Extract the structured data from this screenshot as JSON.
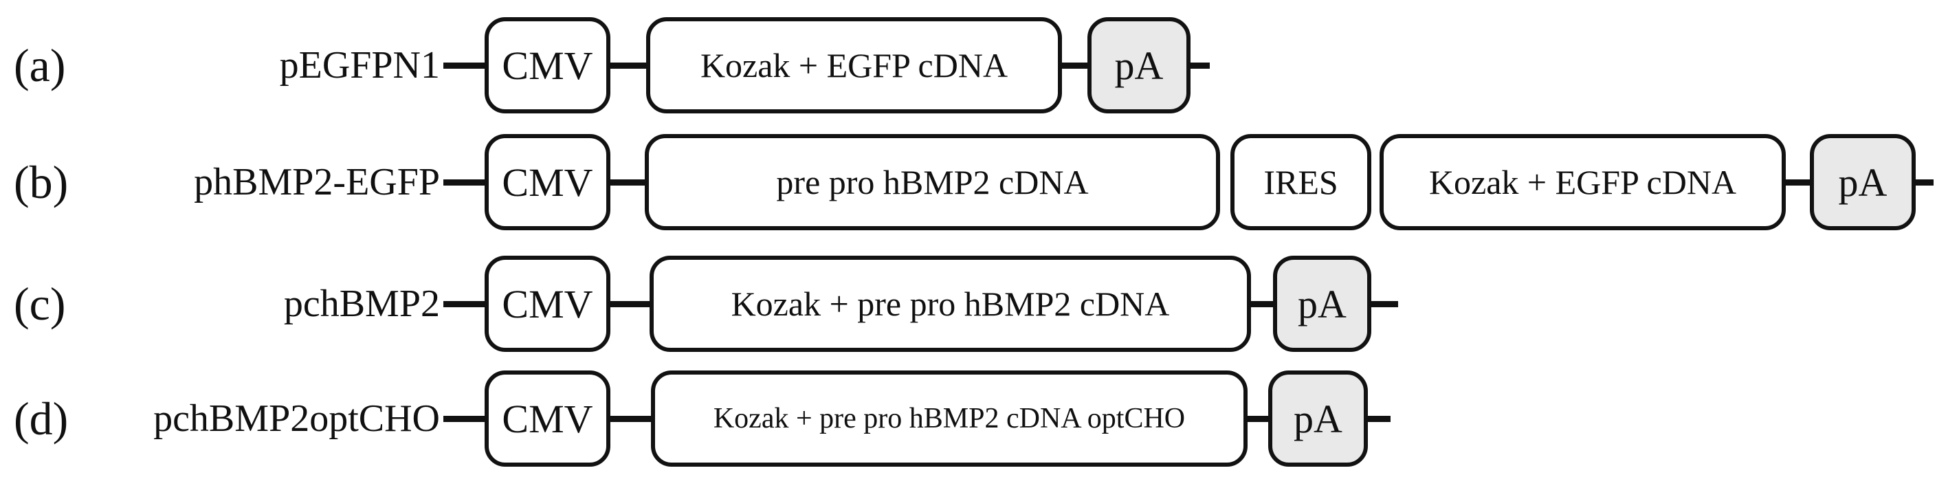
{
  "palette": {
    "background": "#ffffff",
    "line_color": "#111111",
    "box_fill": "#ffffff",
    "pa_box_fill": "#e9e9e9",
    "text_color": "#101010"
  },
  "constructs": [
    {
      "index": "(a)",
      "name": "pEGFPN1",
      "elements": [
        "CMV",
        "Kozak + EGFP cDNA",
        "pA"
      ]
    },
    {
      "index": "(b)",
      "name": "phBMP2-EGFP",
      "elements": [
        "CMV",
        "pre pro hBMP2 cDNA",
        "IRES",
        "Kozak + EGFP cDNA",
        "pA"
      ]
    },
    {
      "index": "(c)",
      "name": "pchBMP2",
      "elements": [
        "CMV",
        "Kozak + pre pro hBMP2 cDNA",
        "pA"
      ]
    },
    {
      "index": "(d)",
      "name": "pchBMP2optCHO",
      "elements": [
        "CMV",
        "Kozak + pre pro hBMP2 cDNA optCHO",
        "pA"
      ]
    }
  ]
}
